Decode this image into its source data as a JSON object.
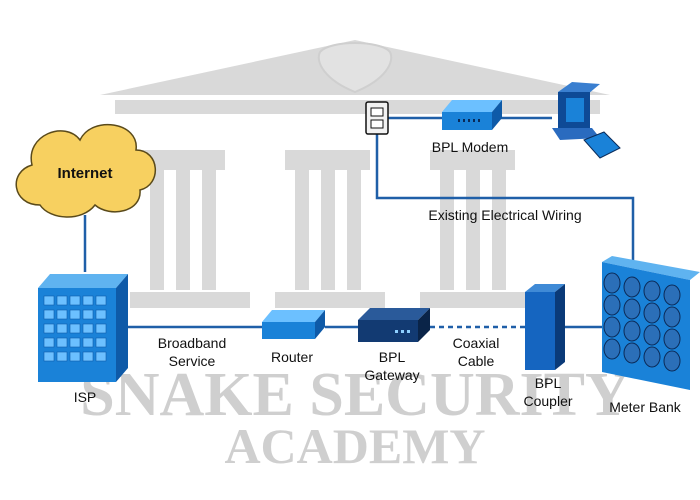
{
  "watermark": {
    "line1": "SNAKE SECURITY",
    "line2": "ACADEMY"
  },
  "labels": {
    "internet": "Internet",
    "isp": "ISP",
    "broadband_line1": "Broadband",
    "broadband_line2": "Service",
    "router": "Router",
    "bpl_gateway_line1": "BPL",
    "bpl_gateway_line2": "Gateway",
    "coaxial_line1": "Coaxial",
    "coaxial_line2": "Cable",
    "bpl_coupler_line1": "BPL",
    "bpl_coupler_line2": "Coupler",
    "meter_bank": "Meter Bank",
    "bpl_modem": "BPL Modem",
    "existing_wiring": "Existing Electrical Wiring"
  },
  "colors": {
    "device_blue": "#1a78c8",
    "device_dark": "#0e3f78",
    "line": "#1f5fa8",
    "cloud_fill": "#f7d060",
    "watermark_gray": "#d4d4d4"
  }
}
